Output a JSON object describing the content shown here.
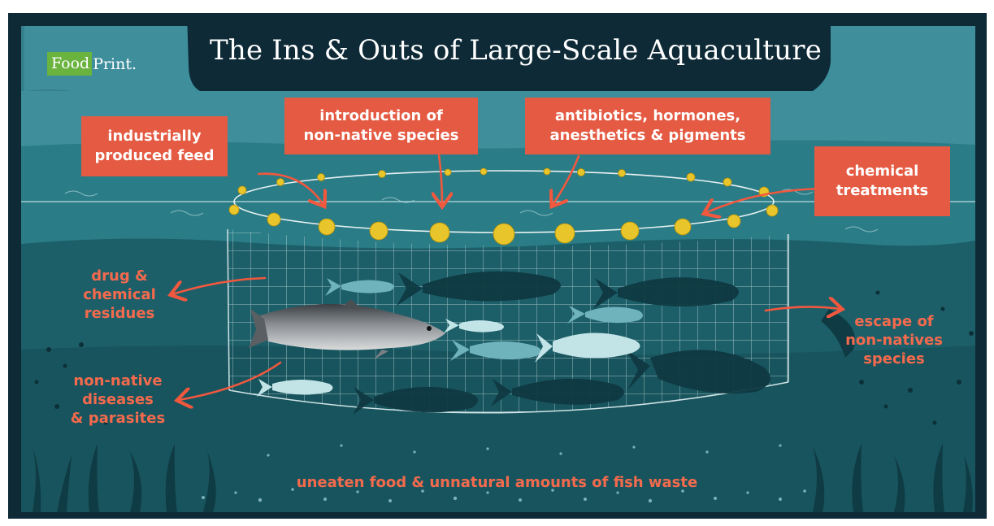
{
  "title": "The Ins & Outs of Large-Scale Aquaculture",
  "logo": {
    "food": "Food",
    "print": "Print",
    "mark": "."
  },
  "inputs": [
    {
      "line1": "industrially",
      "line2": "produced feed"
    },
    {
      "line1": "introduction of",
      "line2": "non-native species"
    },
    {
      "line1": "antibiotics, hormones,",
      "line2": "anesthetics & pigments"
    },
    {
      "line1": "chemical",
      "line2": "treatments"
    }
  ],
  "outputs": {
    "residues": {
      "line1": "drug &",
      "line2": "chemical",
      "line3": "residues"
    },
    "diseases": {
      "line1": "non-native",
      "line2": "diseases",
      "line3": "& parasites"
    },
    "escape": {
      "line1": "escape of",
      "line2": "non-natives",
      "line3": "species"
    },
    "waste": "uneaten food & unnatural amounts of fish waste"
  },
  "colors": {
    "border": "#0e2a36",
    "sky": "#3f8e9c",
    "water": "#1f6a74",
    "deep": "#164f58",
    "accent": "#e45a42",
    "buoy": "#e8c52a",
    "logo_green": "#6bb33f"
  }
}
